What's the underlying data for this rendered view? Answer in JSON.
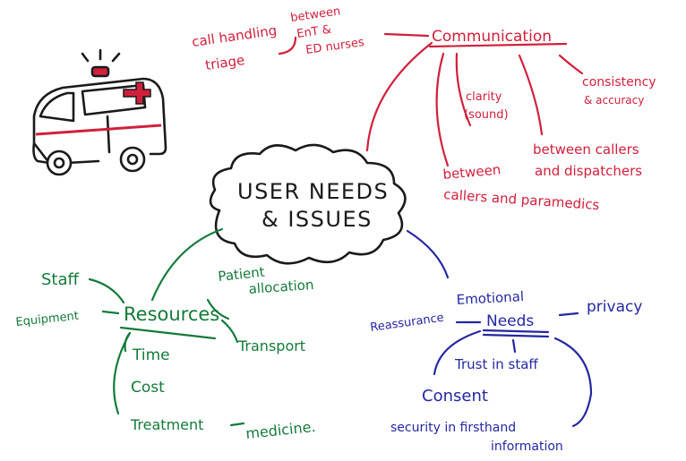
{
  "center": {
    "line1": "USER NEEDS",
    "line2": "& ISSUES"
  },
  "communication": {
    "title": "Communication",
    "call_handling": "call handling",
    "triage": "triage",
    "between_ent_ed_1": "between",
    "between_ent_ed_2": "EnT &",
    "between_ent_ed_3": "ED nurses",
    "clarity_1": "clarity",
    "clarity_2": "(sound)",
    "consistency_1": "consistency",
    "consistency_2": "& accuracy",
    "callers_dispatchers_1": "between callers",
    "callers_dispatchers_2": "and dispatchers",
    "callers_paramedics_1": "between",
    "callers_paramedics_2": "callers and paramedics"
  },
  "resources": {
    "title": "Resources",
    "staff": "Staff",
    "equipment": "Equipment",
    "patient_allocation_1": "Patient",
    "patient_allocation_2": "allocation",
    "transport": "Transport",
    "time": "Time",
    "cost": "Cost",
    "treatment": "Treatment",
    "medicine": "medicine."
  },
  "emotional": {
    "title_1": "Emotional",
    "title_2": "Needs",
    "reassurance": "Reassurance",
    "privacy": "privacy",
    "trust": "Trust in staff",
    "consent": "Consent",
    "security_1": "security in firsthand",
    "security_2": "information"
  },
  "colors": {
    "communication": "#d0203c",
    "resources": "#157a3a",
    "emotional": "#2427a0",
    "ink": "#1a1a1a"
  },
  "icons": [
    "ambulance-icon"
  ]
}
